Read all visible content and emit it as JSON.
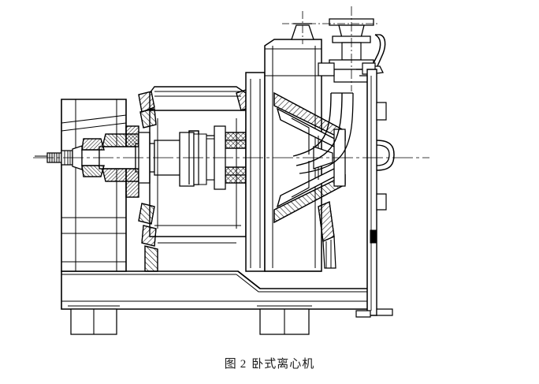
{
  "figure": {
    "caption_label": "图",
    "caption_number": "2",
    "caption_title": "卧式离心机",
    "caption_full": "图 2  卧式离心机",
    "background_color": "#ffffff",
    "line_color": "#000000",
    "drawing_type": "engineering-cross-section",
    "subject": "horizontal centrifuge machine sectional assembly drawing"
  },
  "components": {
    "shaft_end": "shaft-end-thread",
    "motor_housing": "motor-housing",
    "drive_shaft": "drive-shaft",
    "bearing_left": "left-bearing-assembly",
    "bearing_right": "right-bearing-assembly",
    "rotor_hub": "rotor-hub",
    "centrifuge_bowl": "conical-centrifuge-bowl",
    "feed_pipe": "curved-feed-pipe",
    "top_flange": "top-inlet-flange",
    "small_nozzle": "small-top-nozzle",
    "valve_handle": "valve-lever-handle",
    "end_cover": "right-end-cover-plate",
    "cover_latch": "cover-latch-handle",
    "base_plate": "machine-base-plate",
    "foot_left": "base-foot-left",
    "foot_right": "base-foot-right",
    "centerline": "horizontal-axis-centerline"
  }
}
